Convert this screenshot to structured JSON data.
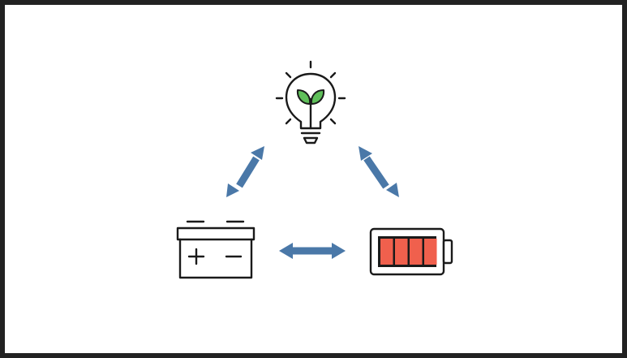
{
  "diagram": {
    "nodes": [
      {
        "id": "idea",
        "icon": "lightbulb-sprout-icon"
      },
      {
        "id": "car-battery",
        "icon": "car-battery-icon"
      },
      {
        "id": "charged-battery",
        "icon": "battery-full-icon",
        "charge_fraction": 1.0
      }
    ],
    "edges": [
      {
        "from": "idea",
        "to": "car-battery",
        "type": "bidirectional"
      },
      {
        "from": "idea",
        "to": "charged-battery",
        "type": "bidirectional"
      },
      {
        "from": "car-battery",
        "to": "charged-battery",
        "type": "bidirectional"
      }
    ]
  },
  "colors": {
    "arrow": "#4a78a8",
    "leaf": "#5fbf5a",
    "battery_fill": "#f0604d",
    "stroke": "#1a1a1a",
    "frame": "#222222",
    "background": "#ffffff"
  }
}
